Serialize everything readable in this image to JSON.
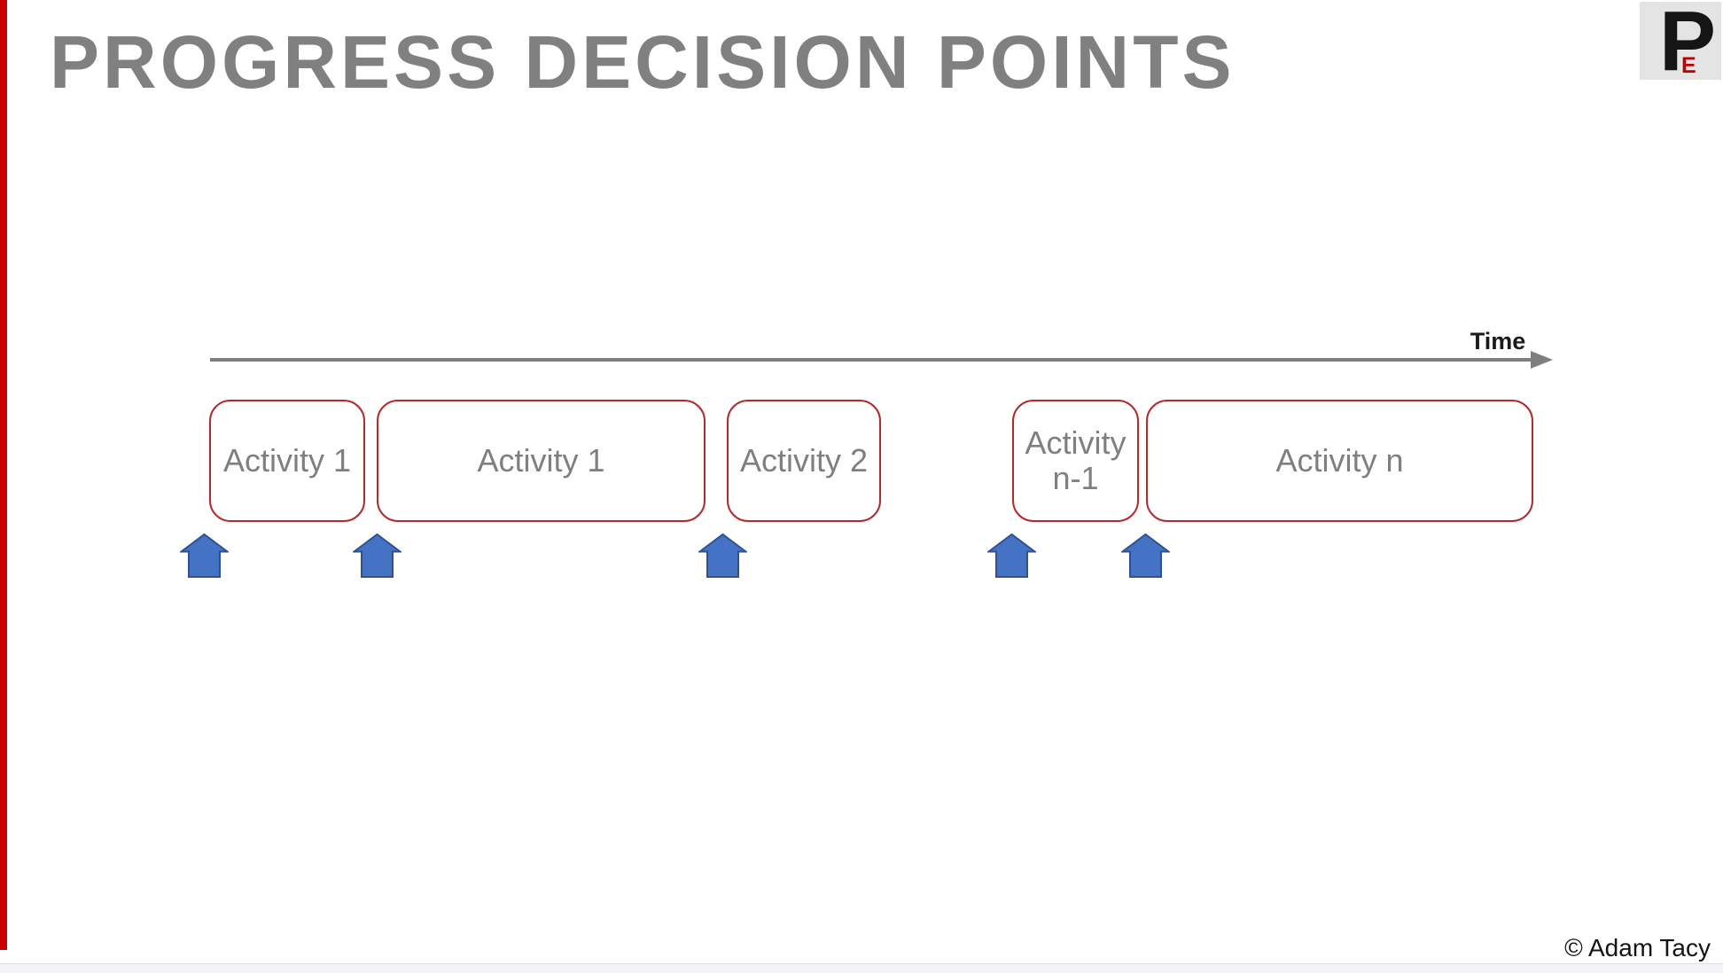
{
  "page": {
    "title": "PROGRESS DECISION POINTS",
    "copyright": "© Adam Tacy"
  },
  "logo": {
    "main": "P",
    "sub": "E"
  },
  "timeline": {
    "axis_label": "Time"
  },
  "activities": [
    {
      "label": "Activity 1"
    },
    {
      "label": "Activity 1"
    },
    {
      "label": "Activity 2"
    },
    {
      "label": "Activity n-1"
    },
    {
      "label": "Activity n"
    }
  ],
  "decision_points": {
    "count": 5,
    "shape": "house-up-arrow",
    "note": "one blue house marker at the start of each activity box"
  },
  "colors": {
    "accent_bar": "#C80000",
    "title_text": "#808080",
    "activity_border": "#B02B2B",
    "activity_text": "#7F7F7F",
    "house_fill": "#4472C4",
    "house_stroke": "#2F528F",
    "timeline_arrow": "#7F7F7F",
    "time_label_text": "#1A1A1A",
    "logo_background": "#E4E4E4",
    "logo_main_text": "#151515",
    "logo_sub_text": "#C00000",
    "footer_strip": "#F3F3F5",
    "copyright_text": "#141414"
  }
}
